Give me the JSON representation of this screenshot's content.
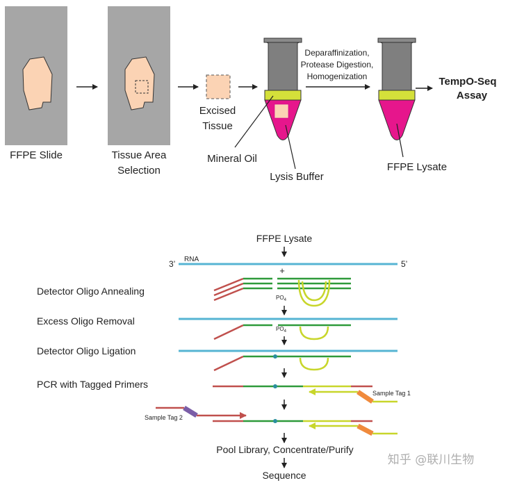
{
  "top_panel": {
    "slide1_label": "FFPE Slide",
    "slide2_label_line1": "Tissue Area",
    "slide2_label_line2": "Selection",
    "excised_line1": "Excised",
    "excised_line2": "Tissue",
    "mineral_oil_label": "Mineral Oil",
    "lysis_buffer_label": "Lysis Buffer",
    "process_line1": "Deparaffinization,",
    "process_line2": "Protease Digestion,",
    "process_line3": "Homogenization",
    "ffpe_lysate_label": "FFPE Lysate",
    "assay_line1": "TempO-Seq",
    "assay_line2": "Assay"
  },
  "bottom_panel": {
    "start_label": "FFPE Lysate",
    "rna_label": "RNA",
    "three_prime": "3’",
    "five_prime": "5’",
    "plus": "+",
    "po4_main": "PO",
    "po4_sub": "4",
    "steps": [
      "Detector Oligo Annealing",
      "Excess Oligo Removal",
      "Detector Oligo Ligation",
      "PCR with Tagged Primers"
    ],
    "sample_tag_1": "Sample Tag 1",
    "sample_tag_2": "Sample Tag 2",
    "pool_label": "Pool Library, Concentrate/Purify",
    "sequence_label": "Sequence"
  },
  "watermark": "知乎 @联川生物",
  "colors": {
    "rna": "#56b4d3",
    "oligo_green": "#2e9a3a",
    "oligo_red": "#c0504d",
    "loop_yellow": "#c8d62b",
    "tag_orange": "#f08a3c",
    "tag_purple": "#7b5ea7",
    "ligation_dot": "#2a8f9e",
    "tissue": "#fbd3b4",
    "slide": "#a6a6a6",
    "tube_cap": "#7f7f7f",
    "oil": "#d4e03a",
    "buffer": "#e6168c"
  }
}
